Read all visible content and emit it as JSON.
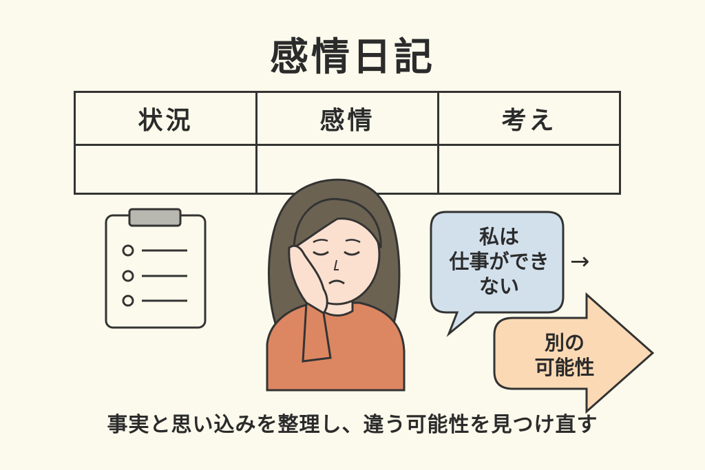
{
  "title": "感情日記",
  "table": {
    "headers": [
      "状況",
      "感情",
      "考え"
    ],
    "cells": [
      "",
      "",
      ""
    ]
  },
  "thought_bubble": {
    "lines": [
      "私は",
      "仕事ができ",
      "ない"
    ],
    "arrow": "→"
  },
  "alternative_arrow": {
    "lines": [
      "別の",
      "可能性"
    ],
    "fill_color": "#fbd9b4"
  },
  "caption": "事実と思い込みを整理し、違う可能性を見つけ直す",
  "colors": {
    "background": "#fbfaec",
    "bubble": "#d2e0ec",
    "sweater": "#dc8762",
    "hair": "#6b6252",
    "skin": "#fbe0cf"
  },
  "icons": [
    "clipboard-icon",
    "sad-person-illustration",
    "speech-bubble",
    "right-arrow-shape"
  ]
}
